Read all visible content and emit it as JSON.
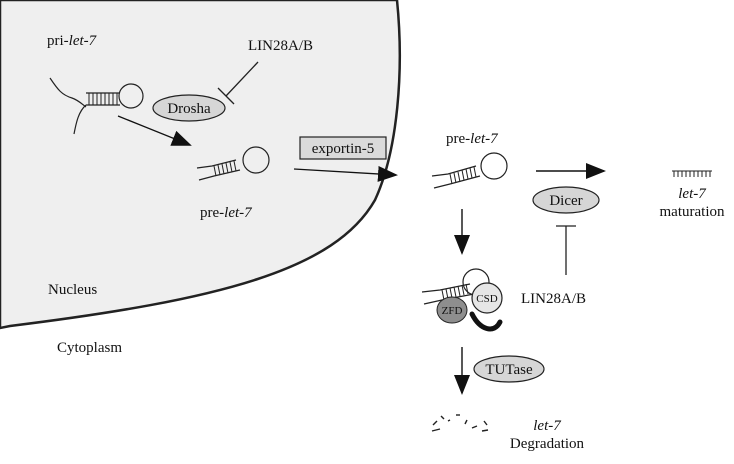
{
  "labels": {
    "pri_prefix": "pri-",
    "let7": "let-7",
    "pre_prefix": "pre-",
    "lin28_top": "LIN28A/B",
    "lin28_bottom": "LIN28A/B",
    "drosha": "Drosha",
    "exportin": "exportin-5",
    "dicer": "Dicer",
    "maturation": "maturation",
    "nucleus": "Nucleus",
    "cytoplasm": "Cytoplasm",
    "zfd": "ZFD",
    "csd": "CSD",
    "tutase": "TUTase",
    "degradation": "Degradation"
  },
  "colors": {
    "nucleus_fill": "#efefef",
    "enzyme_fill": "#d6d6d6",
    "exportin_fill": "#dadada",
    "zfd_fill": "#8e8e8e",
    "outline": "#222222"
  }
}
